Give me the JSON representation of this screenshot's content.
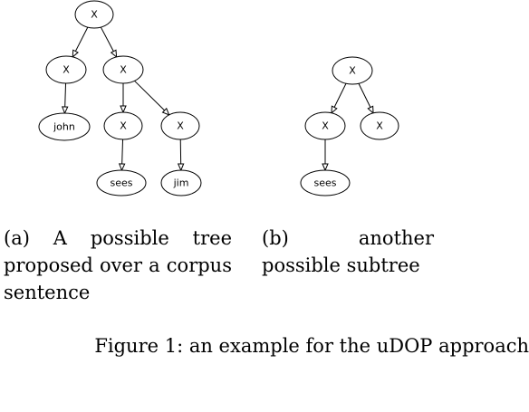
{
  "subfigures": [
    {
      "id": "a",
      "nodes": [
        {
          "id": "root",
          "label": "X"
        },
        {
          "id": "left",
          "label": "X"
        },
        {
          "id": "right",
          "label": "X"
        },
        {
          "id": "john",
          "label": "john"
        },
        {
          "id": "rl",
          "label": "X"
        },
        {
          "id": "rr",
          "label": "X"
        },
        {
          "id": "sees",
          "label": "sees"
        },
        {
          "id": "jim",
          "label": "jim"
        }
      ],
      "edges": [
        [
          "root",
          "left"
        ],
        [
          "root",
          "right"
        ],
        [
          "left",
          "john"
        ],
        [
          "right",
          "rl"
        ],
        [
          "right",
          "rr"
        ],
        [
          "rl",
          "sees"
        ],
        [
          "rr",
          "jim"
        ]
      ],
      "caption": "(a) A possible tree proposed over a corpus sentence"
    },
    {
      "id": "b",
      "nodes": [
        {
          "id": "root",
          "label": "X"
        },
        {
          "id": "left",
          "label": "X"
        },
        {
          "id": "right",
          "label": "X"
        },
        {
          "id": "sees",
          "label": "sees"
        }
      ],
      "edges": [
        [
          "root",
          "left"
        ],
        [
          "root",
          "right"
        ],
        [
          "left",
          "sees"
        ]
      ],
      "caption": "(b) another possible subtree"
    }
  ],
  "figure_caption": "Figure 1: an example for the uDOP approach"
}
